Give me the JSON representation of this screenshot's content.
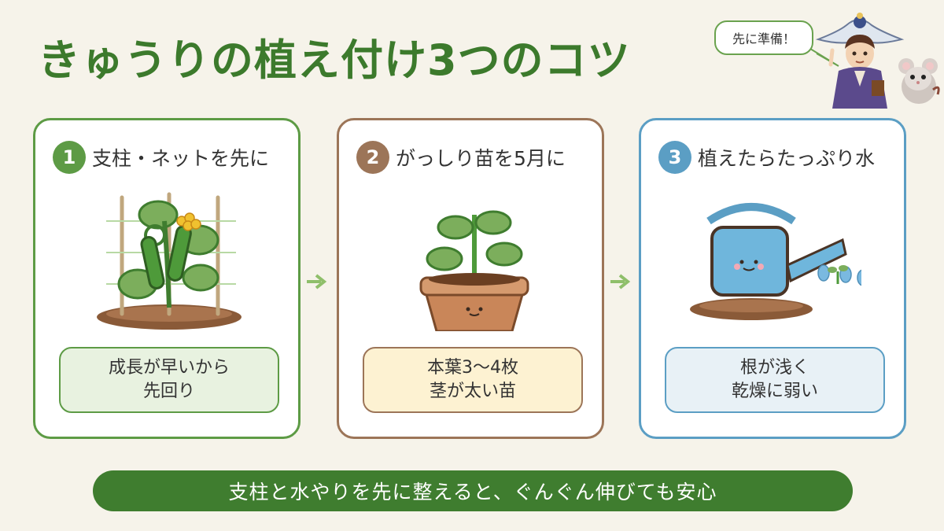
{
  "title": "きゅうりの植え付け3つのコツ",
  "speech": "先に準備！",
  "cards": [
    {
      "num": "1",
      "title": "支柱・ネットを先に",
      "note": [
        "成長が早いから",
        "先回り"
      ]
    },
    {
      "num": "2",
      "title": "がっしり苗を5月に",
      "note": [
        "本葉3〜4枚",
        "茎が太い苗"
      ]
    },
    {
      "num": "3",
      "title": "植えたらたっぷり水",
      "note": [
        "根が浅く",
        "乾燥に弱い"
      ]
    }
  ],
  "banner": "支柱と水やりを先に整えると、ぐんぐん伸びても安心",
  "colors": {
    "green": "#3f7d2f",
    "brown": "#9c7558",
    "blue": "#5b9ec4",
    "background": "#f6f3ea"
  }
}
